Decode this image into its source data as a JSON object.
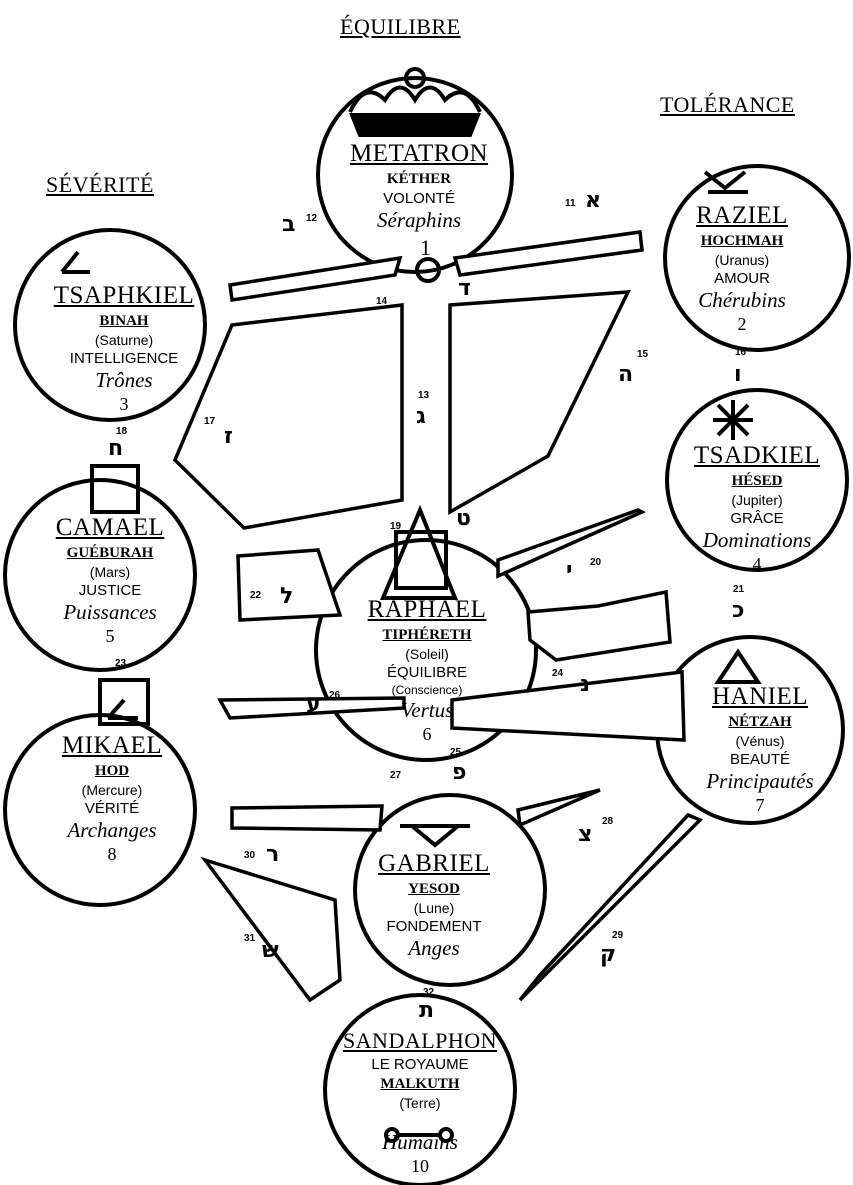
{
  "pillars": {
    "center": "ÉQUILIBRE",
    "right": "TOLÉRANCE",
    "left": "SÉVÉRITÉ"
  },
  "sephiroth": [
    {
      "key": "kether",
      "angel": "METATRON",
      "sefira": "KÉTHER",
      "quality": "VOLONTÉ",
      "choir": "Séraphins",
      "planet": "",
      "number": ""
    },
    {
      "key": "hochmah",
      "angel": "RAZIEL",
      "sefira": "HOCHMAH",
      "planet": "(Uranus)",
      "quality": "AMOUR",
      "choir": "Chérubins",
      "number": "2"
    },
    {
      "key": "binah",
      "angel": "TSAPHKIEL",
      "sefira": "BINAH",
      "planet": "(Saturne)",
      "quality": "INTELLIGENCE",
      "choir": "Trônes",
      "number": "3"
    },
    {
      "key": "hesed",
      "angel": "TSADKIEL",
      "sefira": "HÉSED",
      "planet": "(Jupiter)",
      "quality": "GRÂCE",
      "choir": "Dominations",
      "number": "4"
    },
    {
      "key": "geburah",
      "angel": "CAMAEL",
      "sefira": "GUÉBURAH",
      "planet": "(Mars)",
      "quality": "JUSTICE",
      "choir": "Puissances",
      "number": "5"
    },
    {
      "key": "tiphereth",
      "angel": "RAPHAEL",
      "sefira": "TIPHÉRETH",
      "planet": "(Soleil)",
      "quality": "ÉQUILIBRE",
      "sub": "(Conscience)",
      "choir": "Vertus",
      "number": "6"
    },
    {
      "key": "netzah",
      "angel": "HANIEL",
      "sefira": "NÉTZAH",
      "planet": "(Vénus)",
      "quality": "BEAUTÉ",
      "choir": "Principautés",
      "number": "7"
    },
    {
      "key": "hod",
      "angel": "MIKAEL",
      "sefira": "HOD",
      "planet": "(Mercure)",
      "quality": "VÉRITÉ",
      "choir": "Archanges",
      "number": "8"
    },
    {
      "key": "yesod",
      "angel": "GABRIEL",
      "sefira": "YESOD",
      "planet": "(Lune)",
      "quality": "FONDEMENT",
      "choir": "Anges",
      "number": ""
    },
    {
      "key": "malkuth",
      "angel": "SANDALPHON",
      "sub": "LE ROYAUME",
      "sefira": "MALKUTH",
      "planet": "(Terre)",
      "choir": "Humains",
      "number": "10"
    }
  ],
  "kether_number": "1",
  "paths": [
    {
      "n": "11",
      "letter": "א"
    },
    {
      "n": "12",
      "letter": "ב"
    },
    {
      "n": "13",
      "letter": "ג"
    },
    {
      "n": "14",
      "letter": "ד"
    },
    {
      "n": "15",
      "letter": "ה"
    },
    {
      "n": "16",
      "letter": "ו"
    },
    {
      "n": "17",
      "letter": "ז"
    },
    {
      "n": "18",
      "letter": "ח"
    },
    {
      "n": "19",
      "letter": "ט"
    },
    {
      "n": "20",
      "letter": "י"
    },
    {
      "n": "21",
      "letter": "כ"
    },
    {
      "n": "22",
      "letter": "ל"
    },
    {
      "n": "23",
      "letter": ""
    },
    {
      "n": "24",
      "letter": "נ"
    },
    {
      "n": "25",
      "letter": ""
    },
    {
      "n": "26",
      "letter": "ע"
    },
    {
      "n": "27",
      "letter": "פ"
    },
    {
      "n": "28",
      "letter": "צ"
    },
    {
      "n": "29",
      "letter": "ק"
    },
    {
      "n": "30",
      "letter": "ר"
    },
    {
      "n": "31",
      "letter": "ש"
    },
    {
      "n": "32",
      "letter": "ת"
    }
  ]
}
